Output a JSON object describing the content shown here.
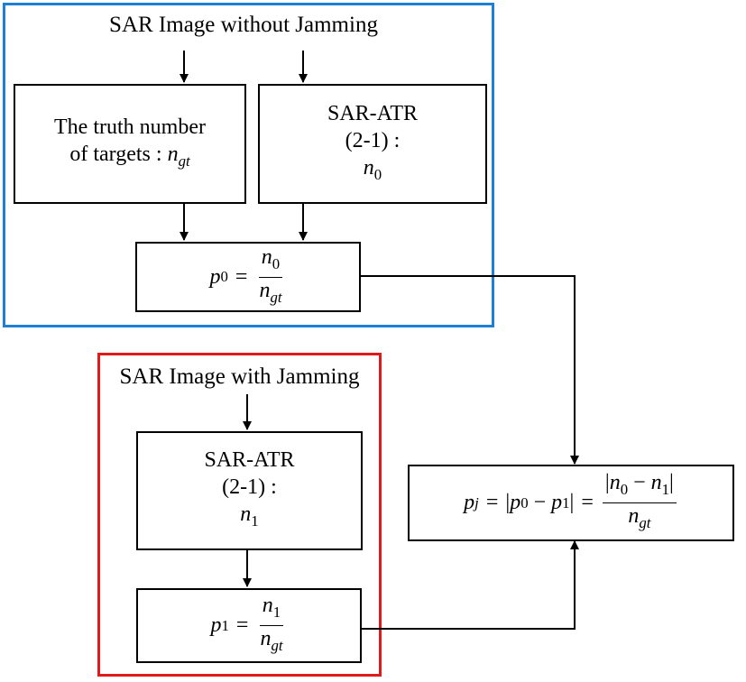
{
  "colors": {
    "group_clean_border": "#1f7fd4",
    "group_jam_border": "#e01a1a",
    "line": "#000000"
  },
  "group_clean": {
    "title": "SAR Image without Jamming",
    "truth_box": {
      "line1": "The truth number",
      "line2_text": "of targets : ",
      "line2_var": "n",
      "line2_sub": "gt"
    },
    "atr_box": {
      "line1": "SAR-ATR",
      "line2": "(2-1) :",
      "var": "n",
      "sub": "0"
    },
    "p0_box": {
      "lhs_var": "p",
      "lhs_sub": "0",
      "num_var": "n",
      "num_sub": "0",
      "den_var": "n",
      "den_sub": "gt"
    }
  },
  "group_jam": {
    "title": "SAR Image with Jamming",
    "atr_box": {
      "line1": "SAR-ATR",
      "line2": "(2-1) :",
      "var": "n",
      "sub": "1"
    },
    "p1_box": {
      "lhs_var": "p",
      "lhs_sub": "1",
      "num_var": "n",
      "num_sub": "1",
      "den_var": "n",
      "den_sub": "gt"
    }
  },
  "pj_box": {
    "lhs_var": "p",
    "lhs_sub": "j",
    "abs_a_var": "p",
    "abs_a_sub": "0",
    "abs_b_var": "p",
    "abs_b_sub": "1",
    "num_a_var": "n",
    "num_a_sub": "0",
    "num_b_var": "n",
    "num_b_sub": "1",
    "den_var": "n",
    "den_sub": "gt"
  }
}
